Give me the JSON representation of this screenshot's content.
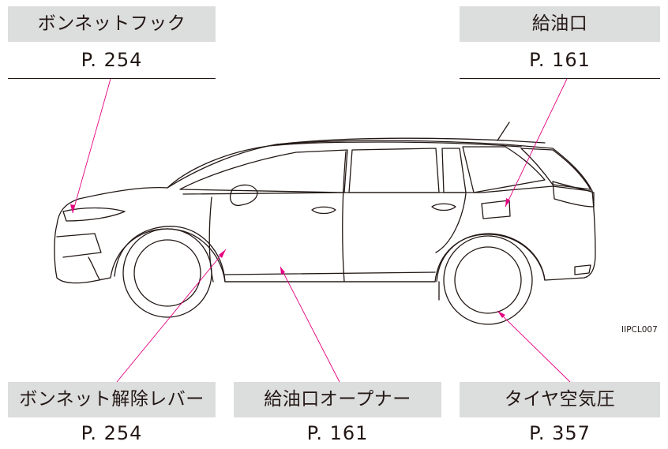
{
  "callouts": {
    "hood_latch": {
      "label": "ボンネットフック",
      "page": "P. 254"
    },
    "fuel_door": {
      "label": "給油口",
      "page": "P. 161"
    },
    "hood_release_lever": {
      "label": "ボンネット解除レバー",
      "page": "P. 254"
    },
    "fuel_door_opener": {
      "label": "給油口オープナー",
      "page": "P. 161"
    },
    "tire_pressure": {
      "label": "タイヤ空気圧",
      "page": "P. 357"
    }
  },
  "figure_code": "IIPCL007",
  "colors": {
    "leader_line": "#e4007f",
    "label_bg": "#dcdddd",
    "line_art": "#231815"
  }
}
